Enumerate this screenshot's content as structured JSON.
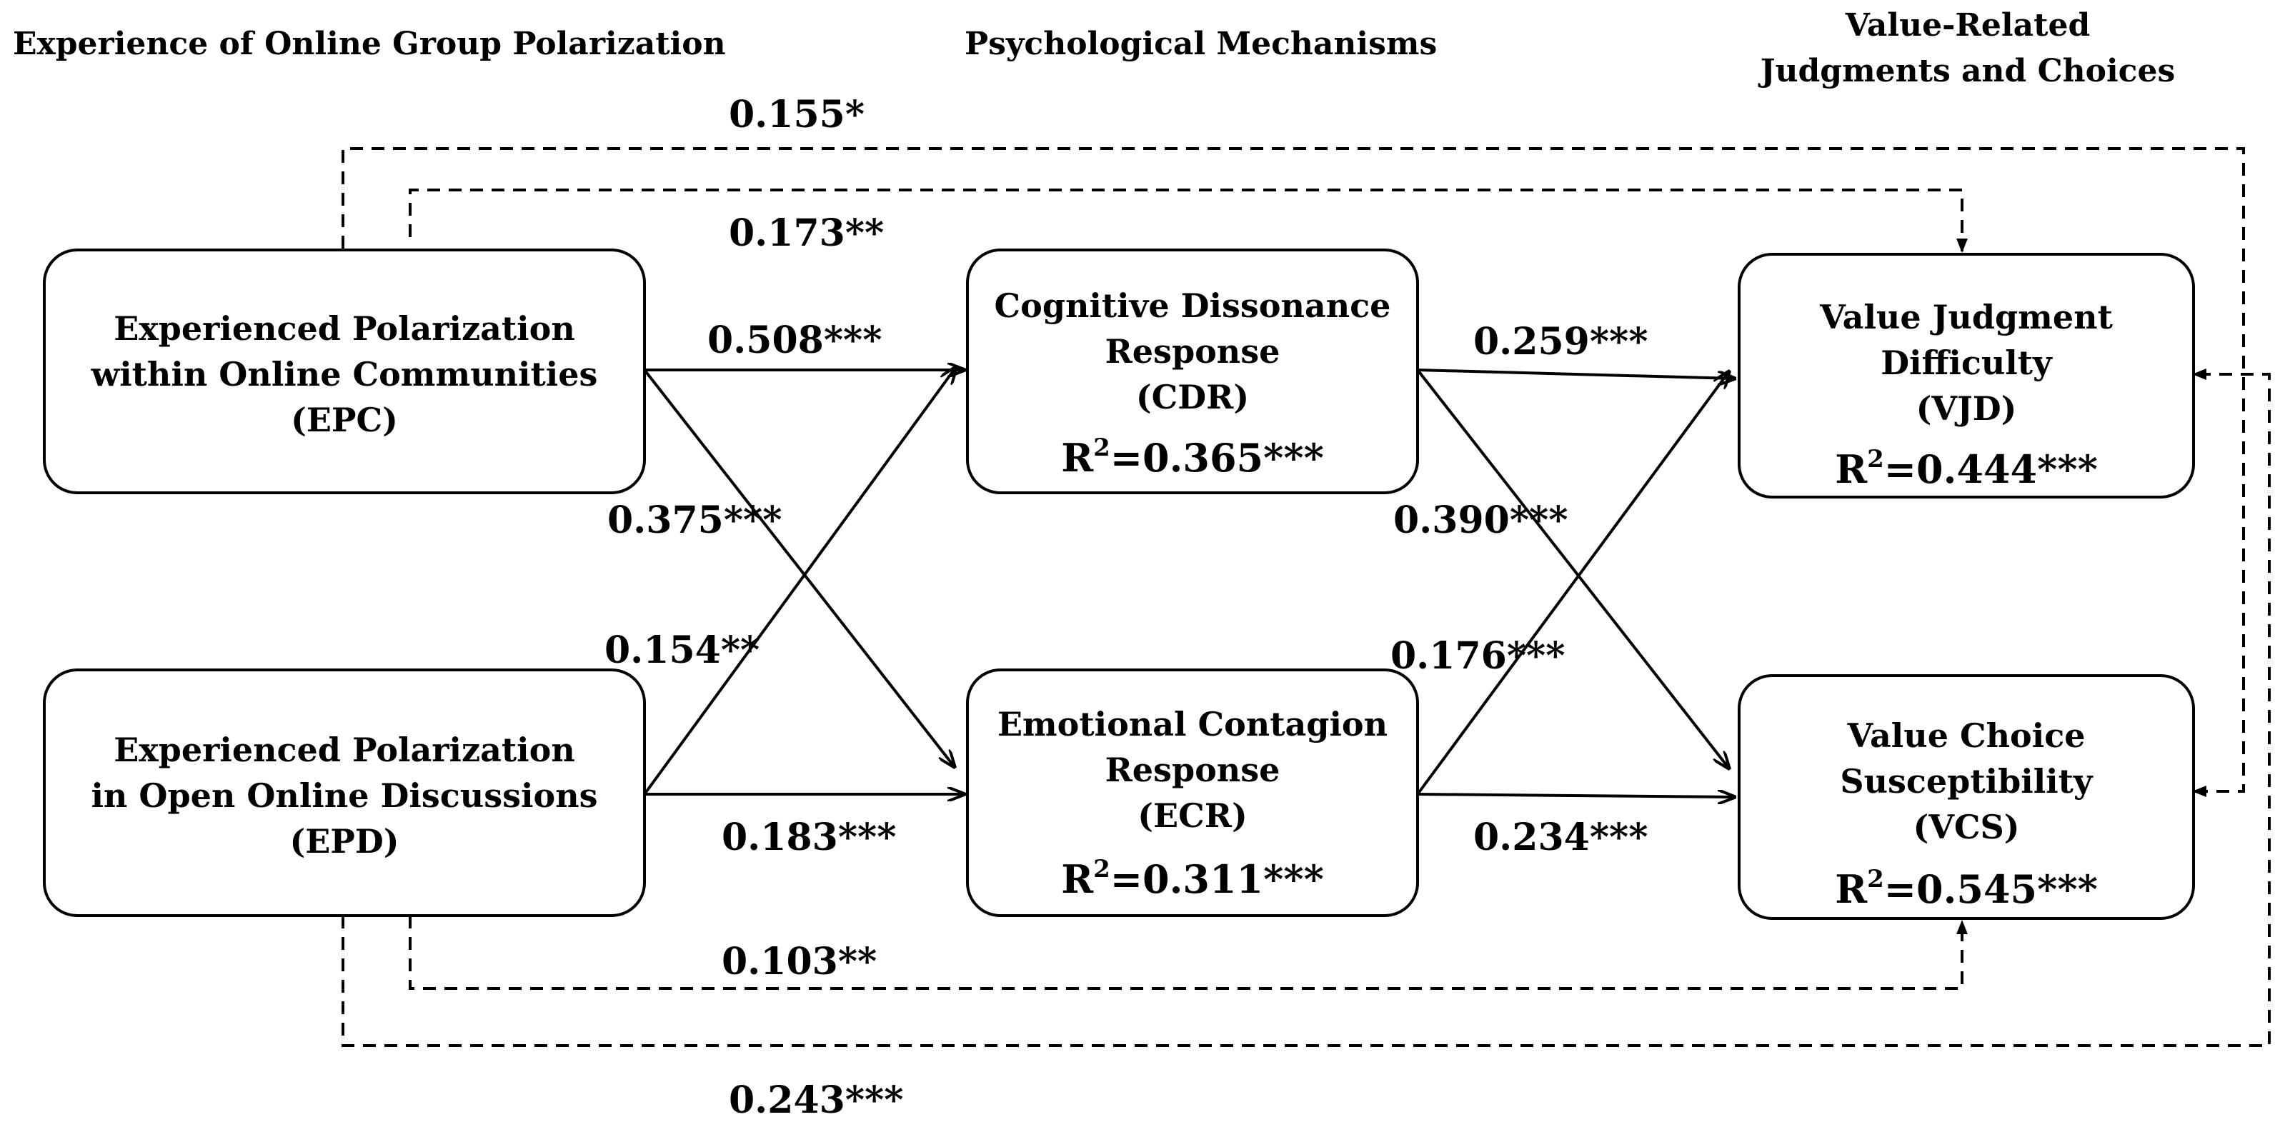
{
  "headers": {
    "left": "Experience of Online Group Polarization",
    "middle": "Psychological Mechanisms",
    "right_line1": "Value-Related",
    "right_line2": "Judgments and Choices"
  },
  "nodes": {
    "epc": {
      "line1": "Experienced Polarization",
      "line2": "within Online Communities",
      "line3": "(EPC)"
    },
    "epd": {
      "line1": "Experienced Polarization",
      "line2": "in Open Online Discussions",
      "line3": "(EPD)"
    },
    "cdr": {
      "line1": "Cognitive Dissonance",
      "line2": "Response",
      "line3": "(CDR)",
      "r2_prefix": "R",
      "r2_sup": "2",
      "r2_value": "=0.365***"
    },
    "ecr": {
      "line1": "Emotional Contagion",
      "line2": "Response",
      "line3": "(ECR)",
      "r2_prefix": "R",
      "r2_sup": "2",
      "r2_value": "=0.311***"
    },
    "vjd": {
      "line1": "Value Judgment",
      "line2": "Difficulty",
      "line3": "(VJD)",
      "r2_prefix": "R",
      "r2_sup": "2",
      "r2_value": "=0.444***"
    },
    "vcs": {
      "line1": "Value Choice",
      "line2": "Susceptibility",
      "line3": "(VCS)",
      "r2_prefix": "R",
      "r2_sup": "2",
      "r2_value": "=0.545***"
    }
  },
  "paths": {
    "epc_cdr": "0.508***",
    "epc_ecr": "0.375***",
    "epd_cdr": "0.154**",
    "epd_ecr": "0.183***",
    "cdr_vjd": "0.259***",
    "cdr_vcs": "0.390***",
    "ecr_vjd": "0.176***",
    "ecr_vcs": "0.234***",
    "epc_vjd_direct": "0.173**",
    "epc_vcs_direct": "0.155*",
    "epd_vcs_direct": "0.103**",
    "epd_vjd_direct": "0.243***"
  }
}
